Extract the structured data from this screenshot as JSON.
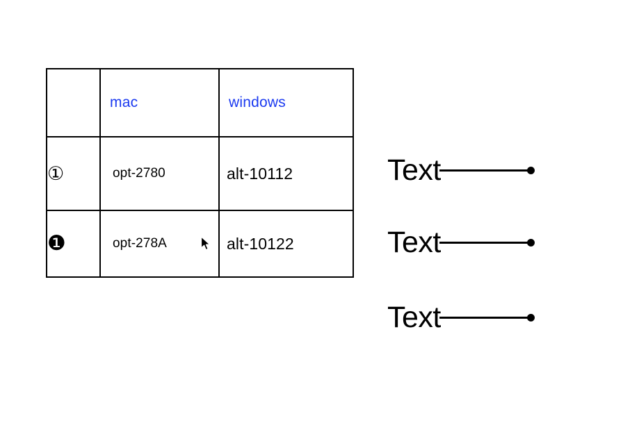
{
  "table": {
    "columns": [
      "",
      "mac",
      "windows"
    ],
    "header_color": "#1a39f0",
    "rows": [
      {
        "badge": "①",
        "badge_name": "circled-one-outline-icon",
        "mac": "opt-2780",
        "windows": "alt-10112"
      },
      {
        "badge": "❶",
        "badge_name": "circled-one-filled-icon",
        "mac": "opt-278A",
        "windows": "alt-10122"
      }
    ]
  },
  "callouts": [
    {
      "label": "Text"
    },
    {
      "label": "Text"
    },
    {
      "label": "Text"
    }
  ],
  "cursor": {
    "icon": "arrow-pointer-icon"
  },
  "colors": {
    "accent_blue": "#1a39f0",
    "border_black": "#000000",
    "background": "#ffffff"
  }
}
